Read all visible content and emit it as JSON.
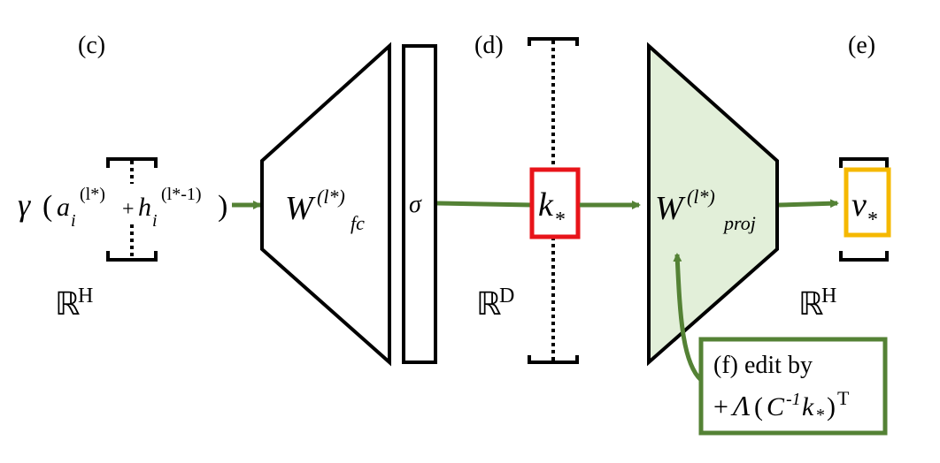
{
  "labels": {
    "c": "(c)",
    "d": "(d)",
    "e": "(e)"
  },
  "spaces": {
    "left": {
      "base": "ℝ",
      "sup": "H"
    },
    "middle": {
      "base": "ℝ",
      "sup": "D"
    },
    "right": {
      "base": "ℝ",
      "sup": "H"
    }
  },
  "input_expr": {
    "gamma": "γ",
    "lparen": "(",
    "a": "a",
    "a_sub": "i",
    "a_sup": "(l*)",
    "plus": "+",
    "h": "h",
    "h_sub": "i",
    "h_sup": "(l*-1)",
    "rparen": ")"
  },
  "w_fc": {
    "base": "W",
    "sup": "(l*)",
    "sub": "fc"
  },
  "sigma": "σ",
  "k_star": {
    "base": "k",
    "sub": "*"
  },
  "w_proj": {
    "base": "W",
    "sup": "(l*)",
    "sub": "proj"
  },
  "v_star": {
    "base": "v",
    "sub": "*"
  },
  "edit_box": {
    "line1": "(f) edit by",
    "plus": "+",
    "lambda": "Λ",
    "lparen": "(",
    "C": "C",
    "C_sup": "-1",
    "k": "k",
    "k_sub": "*",
    "rparen": ")",
    "T": "T"
  },
  "colors": {
    "arrow_green": "#548235",
    "k_box_red": "#e8141a",
    "v_box_yellow": "#f5b800",
    "proj_fill": "#e2efd9",
    "edit_border": "#548235"
  }
}
